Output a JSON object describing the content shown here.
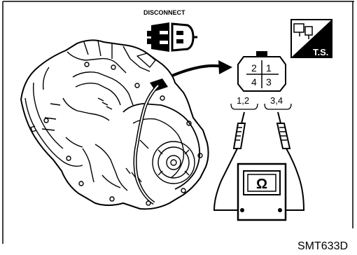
{
  "labels": {
    "disconnect": "DISCONNECT",
    "ts_badge": "T.S.",
    "pins": [
      "2",
      "1",
      "4",
      "3"
    ],
    "pair_left": "1,2",
    "pair_right": "3,4",
    "meter_symbol": "Ω",
    "figure_code": "SMT633D"
  },
  "icons": {
    "connector": "disconnect-connector-icon",
    "ts": "troubleshooting-connector-icon",
    "meter": "ohmmeter-icon"
  }
}
